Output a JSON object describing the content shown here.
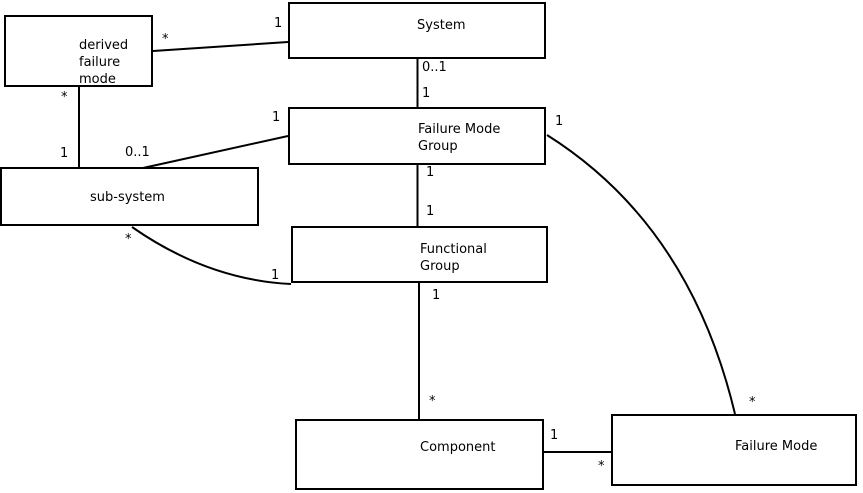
{
  "diagram": {
    "type": "uml-class-diagram",
    "background_color": "#ffffff",
    "line_color": "#000000",
    "entities": {
      "derived_failure_mode": {
        "label": "derived\nfailure\nmode"
      },
      "system": {
        "label": "System"
      },
      "failure_mode_group": {
        "label": "Failure Mode\nGroup"
      },
      "sub_system": {
        "label": "sub-system"
      },
      "functional_group": {
        "label": "Functional\nGroup"
      },
      "component": {
        "label": "Component"
      },
      "failure_mode": {
        "label": "Failure Mode"
      }
    },
    "associations": [
      {
        "id": "system-derived_failure_mode",
        "ends": {
          "derived_failure_mode": "*",
          "system": "1"
        }
      },
      {
        "id": "system-failure_mode_group",
        "ends": {
          "system": "0..1",
          "failure_mode_group": "1"
        }
      },
      {
        "id": "derived_failure_mode-sub_system",
        "ends": {
          "derived_failure_mode": "*",
          "sub_system": "1"
        }
      },
      {
        "id": "sub_system-failure_mode_group",
        "ends": {
          "sub_system": "0..1",
          "failure_mode_group": "1"
        }
      },
      {
        "id": "failure_mode_group-functional_group",
        "ends": {
          "failure_mode_group": "1",
          "functional_group": "1"
        }
      },
      {
        "id": "sub_system-functional_group",
        "ends": {
          "sub_system": "*",
          "functional_group": "1"
        }
      },
      {
        "id": "functional_group-component",
        "ends": {
          "functional_group": "1",
          "component": "*"
        }
      },
      {
        "id": "component-failure_mode",
        "ends": {
          "component": "1",
          "failure_mode": "*"
        }
      },
      {
        "id": "failure_mode_group-failure_mode",
        "ends": {
          "failure_mode_group": "1",
          "failure_mode": "*"
        }
      }
    ]
  }
}
